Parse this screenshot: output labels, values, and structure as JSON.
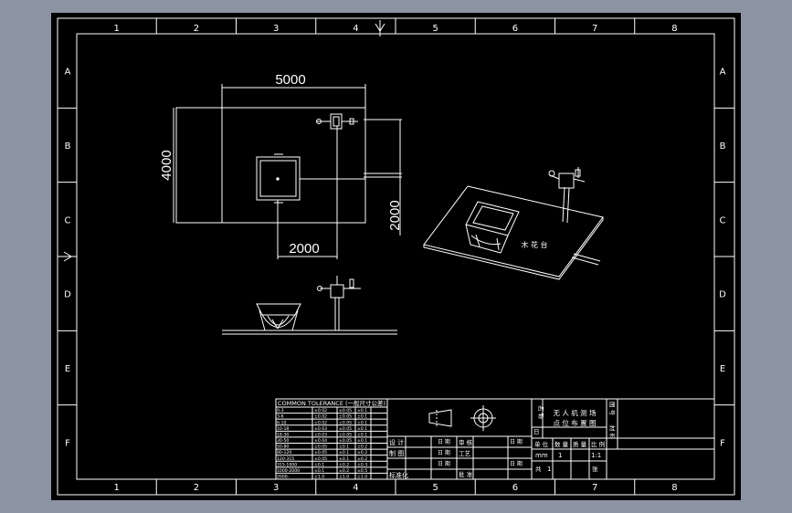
{
  "sheet": {
    "background": "#000000",
    "frame_color": "#ffffff",
    "window_bg": "#8c94a4"
  },
  "border": {
    "columns": [
      "1",
      "2",
      "3",
      "4",
      "5",
      "6",
      "7",
      "8"
    ],
    "rows": [
      "A",
      "B",
      "C",
      "D",
      "E",
      "F"
    ]
  },
  "plan_view": {
    "dim_width": "5000",
    "dim_height": "4000",
    "dim_offset_x": "2000",
    "dim_offset_y": "2000"
  },
  "iso_view": {
    "label": "木 花 台"
  },
  "title_block": {
    "tolerance_header": "COMMON TOLERANCE (一般尺寸公差)",
    "tolerance_rows": [
      [
        "0-3",
        "±0.02",
        "±0.05",
        "±0.1"
      ],
      [
        "3-6",
        "±0.02",
        "±0.05",
        "±0.1"
      ],
      [
        "6-10",
        "±0.02",
        "±0.05",
        "±0.1"
      ],
      [
        "10-18",
        "±0.03",
        "±0.05",
        "±0.1"
      ],
      [
        "18-30",
        "±0.03",
        "±0.05",
        "±0.1"
      ],
      [
        "30-50",
        "±0.04",
        "±0.05",
        "±0.1"
      ],
      [
        "50-80",
        "±0.05",
        "±0.1",
        "±0.2"
      ],
      [
        "80-120",
        "±0.05",
        "±0.1",
        "±0.2"
      ],
      [
        "120-315",
        "±0.05",
        "±0.1",
        "±0.2"
      ],
      [
        "315-1000",
        "±0.1",
        "±0.2",
        "±0.3"
      ],
      [
        "1000-2000",
        "±0.1",
        "±0.2",
        "±0.5"
      ],
      [
        "2000-",
        "±1.0",
        "±1.0",
        "±1.0"
      ]
    ],
    "design_label": "设 计",
    "drafter_label": "制 图",
    "standard_label": "标准化",
    "date_label": "日 期",
    "date_short": "日",
    "review_label": "审 核",
    "approve_label": "批 准",
    "process_label": "工艺",
    "name_col_label": "名 称",
    "title_line1": "无 人 机 测 场",
    "title_line2": "点 位 布 置 图",
    "drawing_no_label": "图 号",
    "material_label": "材 料",
    "unit_label": "单 位",
    "qty_label": "数 量",
    "weight_label": "质 量",
    "scale_label": "比 例",
    "unit_value": "mm",
    "qty_value": "1",
    "scale_value": "1:1",
    "sheet_label": "共",
    "sheet_value": "1",
    "page_label": "张"
  }
}
